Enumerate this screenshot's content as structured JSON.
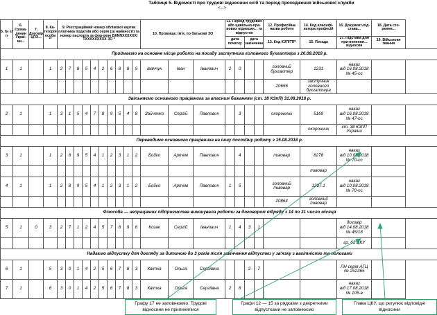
{
  "header": {
    "title": "Таблиця 5. Відомості про трудові відносини осіб та період проходження військової служби",
    "subtitle": "<...>"
  },
  "columns": {
    "c5": "5. № з/п",
    "c6": "6. Грома-дянин Украї-ни...",
    "c7": "7. Договір ЦПХ...",
    "c8": "8. Ка-тегорія особи **",
    "c9": "9. Реєстраційний номер облікової картки платника податків або серія (за наявності) та номер паспорта за фор-мою БКNNXXXXXX/ТXXXXXXXXX ЗО *",
    "c10": "10. Прізвище, ім'я, по батькові ЗО",
    "c11": "11. Період трудових або цивільно-пра-вових відносин... та відпусток",
    "c11a": "дата початку",
    "c11b": "дата закінчення",
    "c12": "12. Професійна назва роботи",
    "c13": "13. Код КЗППТР",
    "c14": "14. Код класифі-катора професій",
    "c15": "15. Посада",
    "c16": "16. Документ-під-става...",
    "c17": "17. Підстава для при-пинення... відносин",
    "c18": "18. Дата сто-рення...",
    "c19": "19. Військове звання"
  },
  "sections": [
    {
      "heading": "Приймаємо на основне місце роботи на посаду заступника головного бухгалтера з 20.08.2018 р.",
      "rows": [
        {
          "n": "1",
          "g": "1",
          "cph": "",
          "cat": "1",
          "digits": [
            "2",
            "7",
            "8",
            "5",
            "4",
            "2",
            "6",
            "8",
            "8",
            "9"
          ],
          "surname": "Іванчук",
          "name": "Іван",
          "patr": "Іванович",
          "d1": "2",
          "d2": "0",
          "prof": "головний бухгалтер",
          "kz": "",
          "kp": "1231",
          "pos": "",
          "doc": "наказ\nвід 16.08.2018\n№ 45-ос",
          "term": "",
          "dc": "",
          "mil": ""
        },
        {
          "n": "",
          "g": "",
          "cph": "",
          "cat": "",
          "digits": [
            "",
            "",
            "",
            "",
            "",
            "",
            "",
            "",
            "",
            ""
          ],
          "surname": "",
          "name": "",
          "patr": "",
          "d1": "",
          "d2": "",
          "prof": "",
          "kz": "20656",
          "kp": "",
          "pos": "заступник головного бухгалтера",
          "doc": "",
          "term": "",
          "dc": "",
          "mil": ""
        }
      ]
    },
    {
      "heading": "Звільняємо основного працівника за власним бажанням (ст. 38 КЗпП) 31.08.2018 р.",
      "rows": [
        {
          "n": "2",
          "g": "1",
          "cph": "",
          "cat": "1",
          "digits": [
            "3",
            "1",
            "5",
            "4",
            "7",
            "8",
            "9",
            "5",
            "4",
            "8"
          ],
          "surname": "Зайченко",
          "name": "Сергій",
          "patr": "Павлович",
          "d1": "",
          "d2": "3",
          "prof": "охоронник",
          "kz": "",
          "kp": "5169",
          "pos": "",
          "doc": "наказ\nвід 16.08.2018\n№ 47-ос",
          "term": "",
          "dc": "",
          "mil": ""
        },
        {
          "n": "",
          "g": "",
          "cph": "",
          "cat": "",
          "digits": [
            "",
            "",
            "",
            "",
            "",
            "",
            "",
            "",
            "",
            ""
          ],
          "surname": "",
          "name": "",
          "patr": "",
          "d1": "",
          "d2": "",
          "prof": "",
          "kz": "",
          "kp": "",
          "pos": "охоронник",
          "doc": "",
          "term": "ст. 38 КЗпП України",
          "dc": "",
          "mil": ""
        }
      ]
    },
    {
      "heading": "Переводимо основного працівника на іншу постійну роботу з 15.08.2018 р.",
      "rows": [
        {
          "n": "3",
          "g": "1",
          "cph": "",
          "cat": "1",
          "digits": [
            "2",
            "8",
            "9",
            "5",
            "4",
            "1",
            "2",
            "3",
            "1",
            "2"
          ],
          "surname": "Бойко",
          "name": "Артем",
          "patr": "Павлович",
          "d1": "",
          "d2": "4",
          "prof": "пивовар",
          "kz": "",
          "kp": "8278",
          "pos": "",
          "doc": "наказ\nвід 10.08.2018\n№ 70-ос",
          "term": "",
          "dc": "",
          "mil": ""
        },
        {
          "n": "",
          "g": "",
          "cph": "",
          "cat": "",
          "digits": [
            "",
            "",
            "",
            "",
            "",
            "",
            "",
            "",
            "",
            ""
          ],
          "surname": "",
          "name": "",
          "patr": "",
          "d1": "",
          "d2": "",
          "prof": "",
          "kz": "",
          "kp": "",
          "pos": "пивовар",
          "doc": "",
          "term": "",
          "dc": "",
          "mil": ""
        },
        {
          "n": "4",
          "g": "1",
          "cph": "",
          "cat": "1",
          "digits": [
            "2",
            "8",
            "9",
            "5",
            "4",
            "1",
            "2",
            "3",
            "1",
            "2"
          ],
          "surname": "Бойко",
          "name": "Артем",
          "patr": "Павлович",
          "d1": "1",
          "d2": "5",
          "prof": "головний пивовар",
          "kz": "",
          "kp": "1237.1",
          "pos": "",
          "doc": "наказ\nвід 10.08.2018\n№ 70-ос",
          "term": "",
          "dc": "",
          "mil": ""
        },
        {
          "n": "",
          "g": "",
          "cph": "",
          "cat": "",
          "digits": [
            "",
            "",
            "",
            "",
            "",
            "",
            "",
            "",
            "",
            ""
          ],
          "surname": "",
          "name": "",
          "patr": "",
          "d1": "",
          "d2": "",
          "prof": "",
          "kz": "20864",
          "kp": "",
          "pos": "головний пивовар",
          "doc": "",
          "term": "",
          "dc": "",
          "mil": ""
        }
      ]
    },
    {
      "heading": "Фізособа — непрацівник підприємства виконувала роботи за договором підряду з 14 по 31 число місяця",
      "rows": [
        {
          "n": "5",
          "g": "1",
          "cph": "0",
          "cat": "3",
          "digits": [
            "2",
            "7",
            "1",
            "2",
            "4",
            "5",
            "7",
            "8",
            "9",
            "6"
          ],
          "surname": "Козак",
          "name": "Сергій",
          "patr": "Іванович",
          "d1": "1",
          "d2": "4",
          "extra1": "3",
          "extra2": "1",
          "prof": "",
          "kz": "",
          "kp": "",
          "pos": "",
          "doc": "договір\nвід 14.08.2018\n№ 45/18",
          "term": "",
          "dc": "",
          "mil": ""
        },
        {
          "n": "",
          "g": "",
          "cph": "",
          "cat": "",
          "digits": [
            "",
            "",
            "",
            "",
            "",
            "",
            "",
            "",
            "",
            ""
          ],
          "surname": "",
          "name": "",
          "patr": "",
          "d1": "",
          "d2": "",
          "prof": "",
          "kz": "",
          "kp": "",
          "pos": "",
          "doc": "гр. 61 ЦКУ",
          "term": "",
          "dc": "",
          "mil": ""
        }
      ]
    },
    {
      "heading": "Надаємо відпустку для догляду за дитиною до 3 років після закінчення відпустки у зв'язку з вагітністю та пологами",
      "rows": [
        {
          "n": "6",
          "g": "1",
          "cph": "",
          "cat": "5",
          "digits": [
            "3",
            "0",
            "1",
            "4",
            "2",
            "5",
            "6",
            "7",
            "8",
            "3"
          ],
          "surname": "Квітка",
          "name": "Ольга",
          "patr": "Сергіївна",
          "d1": "",
          "d2": "",
          "extra1": "2",
          "extra2": "7",
          "prof": "",
          "kz": "",
          "kp": "",
          "pos": "",
          "doc": "ЛН серія АГЦ\n№ 252365",
          "term": "",
          "dc": "",
          "mil": ""
        },
        {
          "n": "7",
          "g": "1",
          "cph": "",
          "cat": "6",
          "digits": [
            "3",
            "0",
            "1",
            "4",
            "2",
            "5",
            "6",
            "7",
            "8",
            "3"
          ],
          "surname": "Квітка",
          "name": "Ольга",
          "patr": "Сергіївна",
          "d1": "2",
          "d2": "8",
          "prof": "",
          "kz": "",
          "kp": "",
          "pos": "",
          "doc": "наказ\nвід 17.08.2018\n№ 105-в",
          "term": "",
          "dc": "",
          "mil": ""
        }
      ]
    }
  ],
  "callouts": {
    "c1": "Графу 17 не заповнюємо. Трудові відносини не припинялися",
    "c2": "Графи 12 — 15 за рядками з декретними відпустками не заповнюємо",
    "c3": "Глава ЦКУ, що регулює відповідні відносини"
  },
  "colors": {
    "callout_border": "#2aa56a",
    "arrow": "#2aa56a"
  }
}
